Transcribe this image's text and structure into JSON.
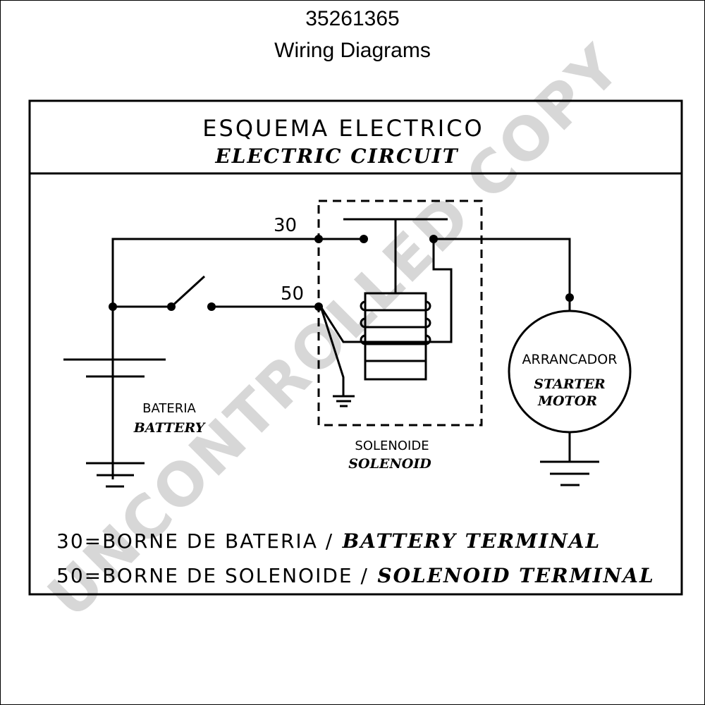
{
  "header": {
    "document_number": "35261365",
    "document_title": "Wiring Diagrams"
  },
  "panel": {
    "title_es": "ESQUEMA ELECTRICO",
    "title_en": "ELECTRIC CIRCUIT"
  },
  "terminals": {
    "t30": "30",
    "t50": "50"
  },
  "battery": {
    "label_es": "BATERIA",
    "label_en": "BATTERY"
  },
  "solenoid": {
    "label_es": "SOLENOIDE",
    "label_en": "SOLENOID"
  },
  "starter_motor": {
    "label_es": "ARRANCADOR",
    "label_en_line1": "STARTER",
    "label_en_line2": "MOTOR"
  },
  "legend": {
    "line1_es": "30=BORNE DE BATERIA /",
    "line1_en": "BATTERY TERMINAL",
    "line2_es": "50=BORNE DE SOLENOIDE /",
    "line2_en": "SOLENOID TERMINAL"
  },
  "watermark": "UNCONTROLLED COPY",
  "colors": {
    "line": "#000000",
    "watermark": "#d7d7d7"
  }
}
